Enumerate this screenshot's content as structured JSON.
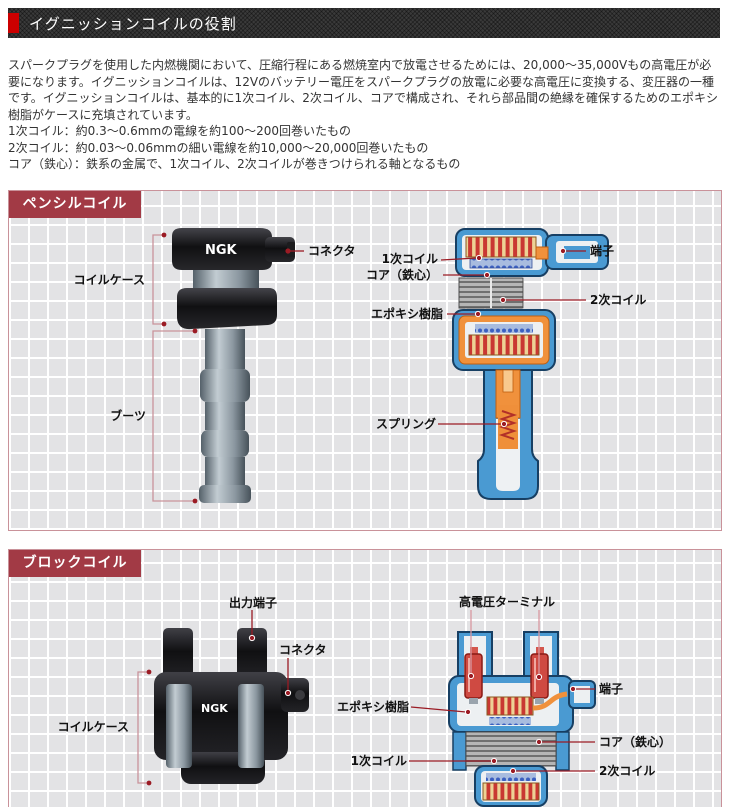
{
  "page": {
    "title": "イグニッションコイルの役割",
    "intro": "スパークプラグを使用した内燃機関において、圧縮行程にある燃焼室内で放電させるためには、20,000～35,000Vもの高電圧が必要になります。イグニッションコイルは、12Vのバッテリー電圧をスパークプラグの放電に必要な高電圧に変換する、変圧器の一種です。イグニッションコイルは、基本的に1次コイル、2次コイル、コアで構成され、それら部品間の絶縁を確保するためのエポキシ樹脂がケースに充填されています。",
    "definitions": [
      "1次コイル：約0.3～0.6mmの電線を約100～200回巻いたもの",
      "2次コイル：約0.03～0.06mmの細い電線を約10,000～20,000回巻いたもの",
      "コア（鉄心）：鉄系の金属で、1次コイル、2次コイルが巻きつけられる軸となるもの"
    ]
  },
  "sections": [
    {
      "title": "ペンシルコイル",
      "brand": "NGK",
      "labels": {
        "connector": "コネクタ",
        "coil_case": "コイルケース",
        "boots": "ブーツ",
        "primary_coil": "1次コイル",
        "core": "コア（鉄心）",
        "epoxy": "エポキシ樹脂",
        "terminal": "端子",
        "secondary_coil": "2次コイル",
        "spring": "スプリング"
      }
    },
    {
      "title": "ブロックコイル",
      "brand": "NGK",
      "labels": {
        "output_terminal": "出力端子",
        "connector": "コネクタ",
        "coil_case": "コイルケース",
        "hv_terminal": "高電圧ターミナル",
        "terminal": "端子",
        "epoxy": "エポキシ樹脂",
        "core": "コア（鉄心）",
        "primary_coil": "1次コイル",
        "secondary_coil": "2次コイル"
      }
    }
  ],
  "colors": {
    "title_accent_red": "#cc0000",
    "title_bar_bg": "#3a3a3a",
    "section_band_bg": "#a23a45",
    "panel_border": "#c9929a",
    "grid_tile": "#e3e3e5",
    "leader_line": "#9b1b24",
    "bracket_line": "#c9939b",
    "diagram_blue": "#4a9ad2",
    "diagram_orange": "#f0913c",
    "winding_red": "#c93832",
    "winding_yellow": "#edd295"
  }
}
